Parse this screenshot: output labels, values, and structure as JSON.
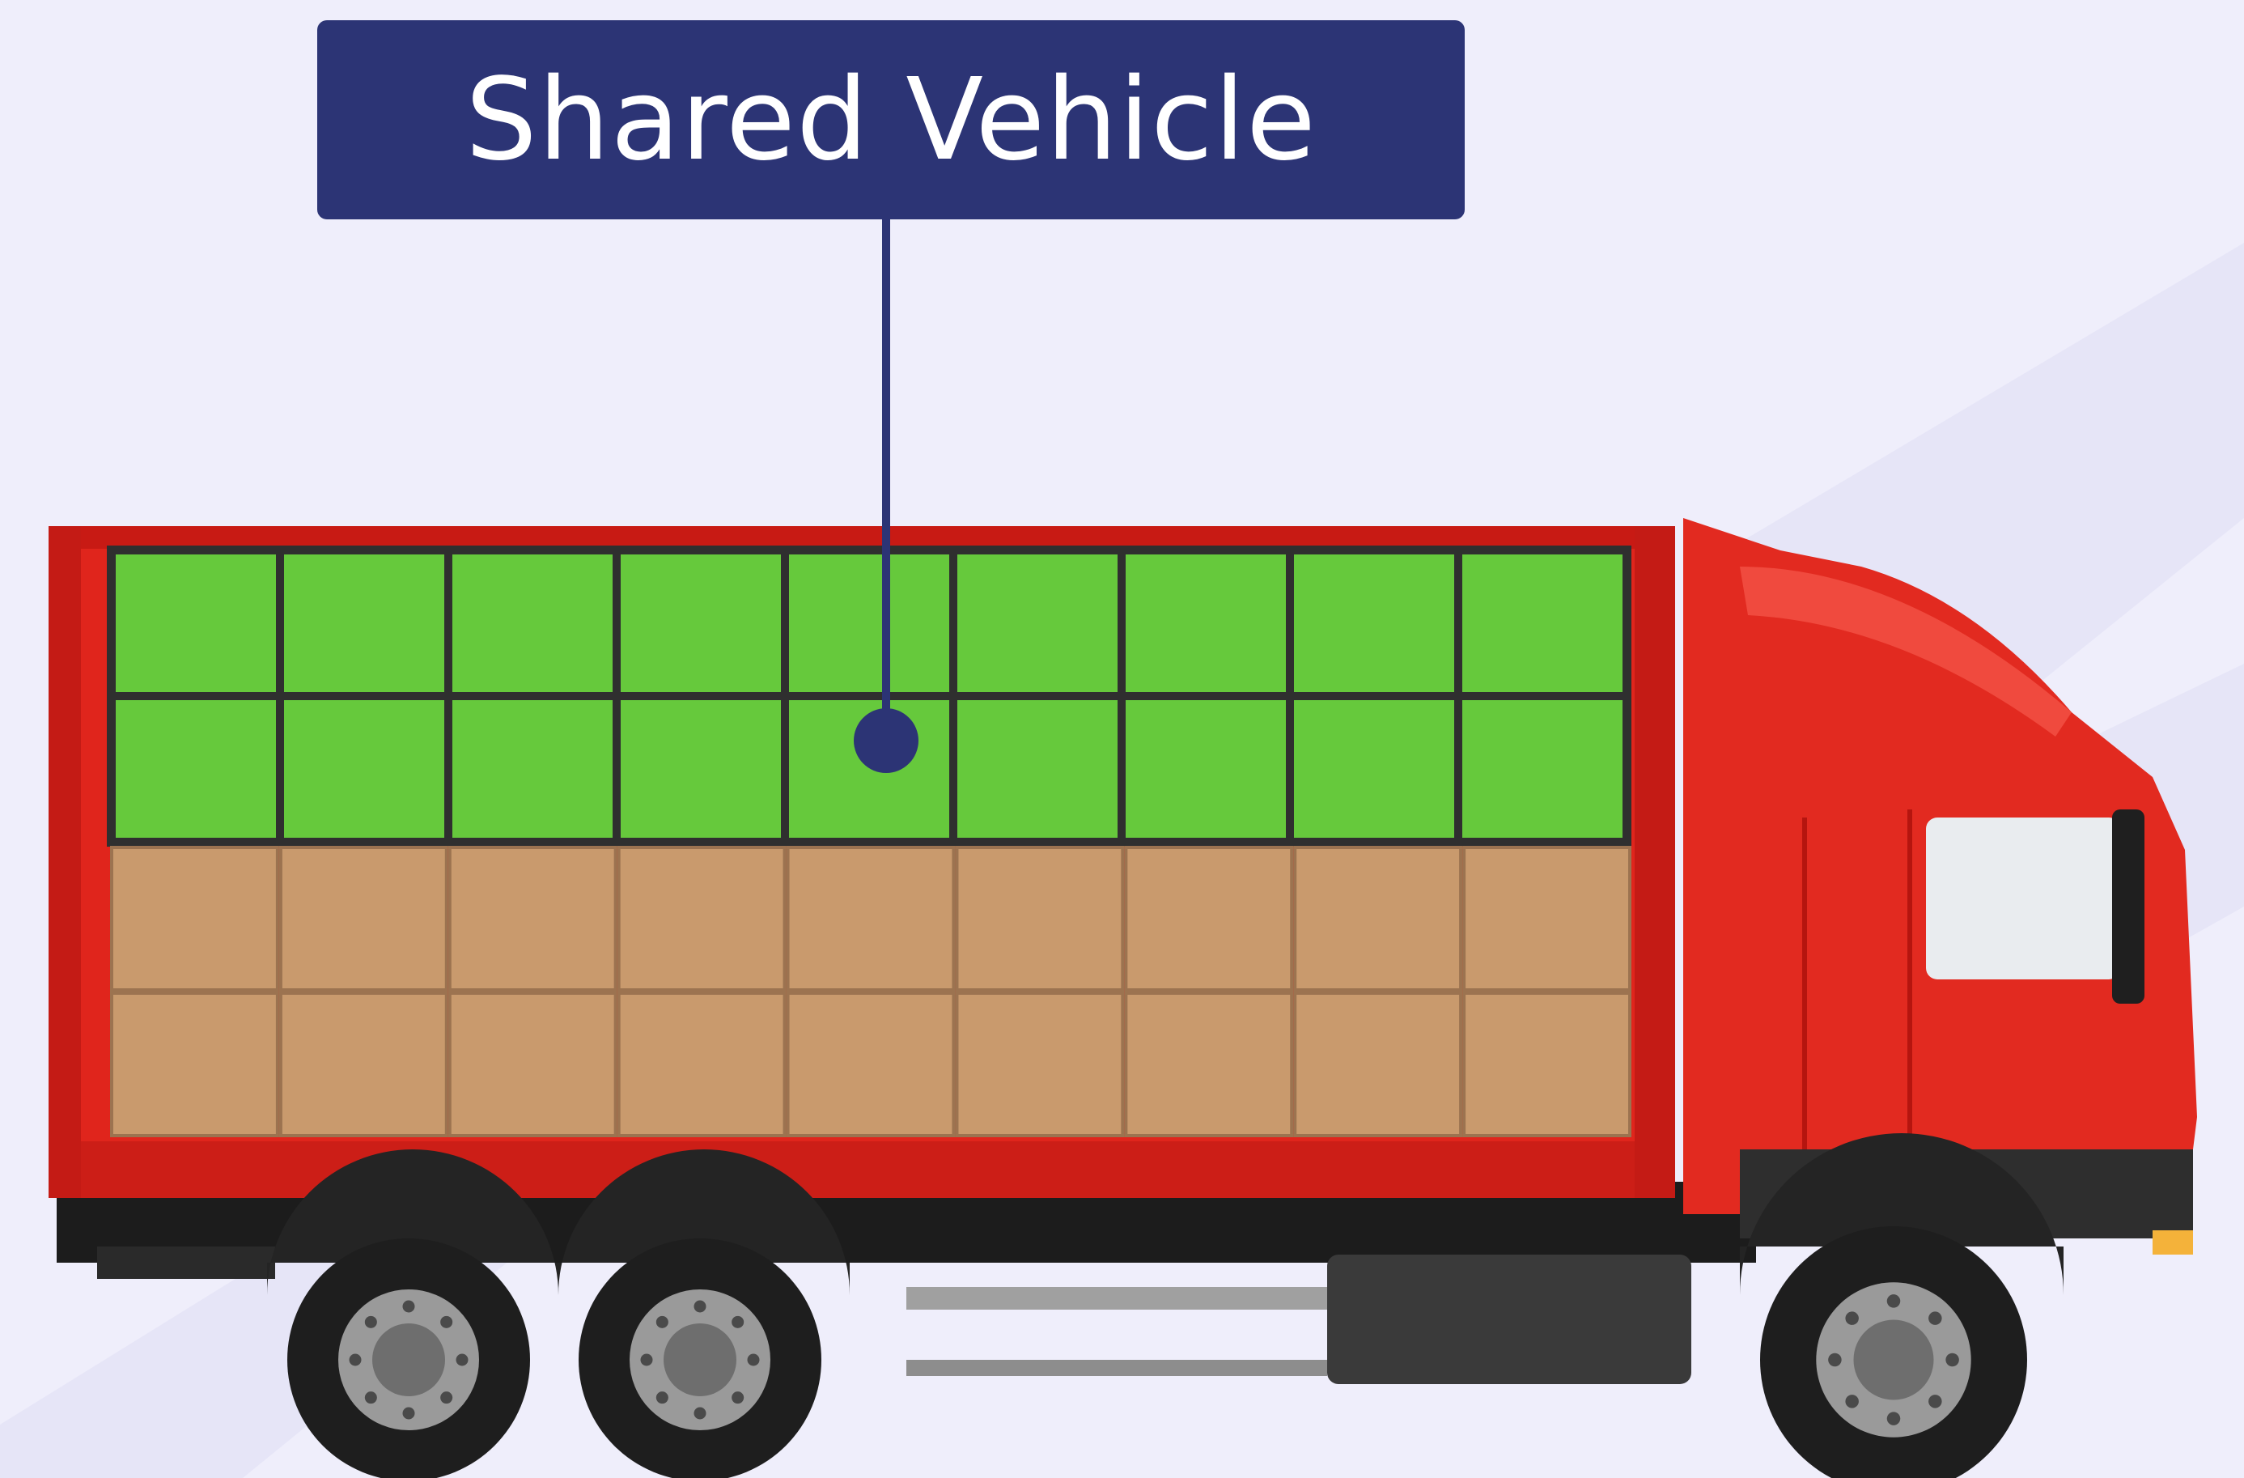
{
  "title": "Shared Vehicle",
  "colors": {
    "background": "#efeefb",
    "background_stripe": "#e4e4f6",
    "label_box": "#2c3475",
    "label_text": "#ffffff",
    "connector": "#2c3475",
    "truck_body": "#e0251c",
    "truck_body_dark": "#b4140f",
    "shared_space": "#66c93c",
    "grid_line": "#2f2f2f",
    "cargo_box": "#c99a6d",
    "cargo_box_edge": "#9c7350",
    "chassis": "#1c1c1c",
    "tire": "#1e1e1e",
    "rim": "#9a9a9a",
    "window": "#e9ecef"
  },
  "diagram": {
    "shared_space": {
      "rows": 2,
      "cols": 9
    },
    "cargo": {
      "rows": 2,
      "cols": 9
    },
    "wheels": 3,
    "icons": [
      "truck-icon",
      "cargo-box-icon"
    ]
  }
}
